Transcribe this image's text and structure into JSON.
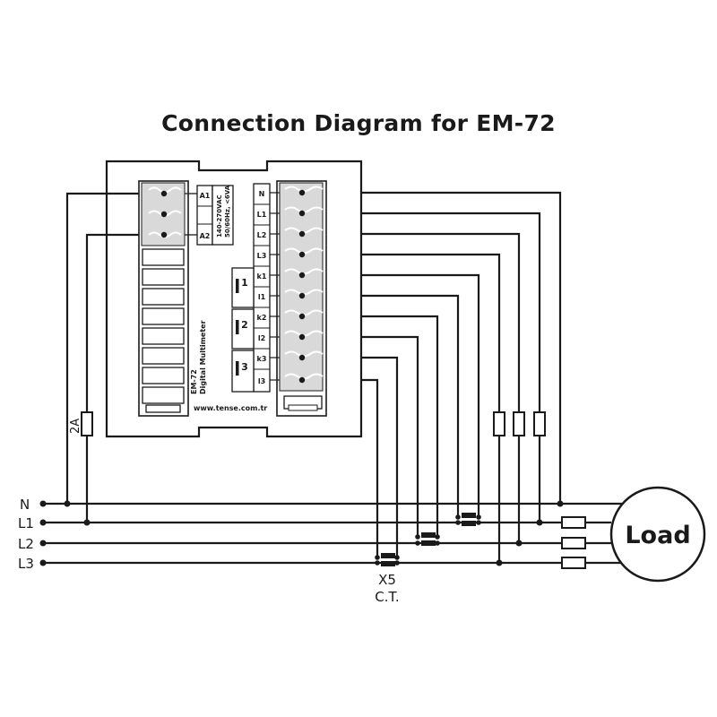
{
  "title": "Connection Diagram for EM-72",
  "device": {
    "model": "EM-72",
    "subtitle": "Digital Multimeter",
    "website": "www.tense.com.tr",
    "supply_terminals": [
      "A1",
      "A2"
    ],
    "supply_rating_line1": "140-270VAC",
    "supply_rating_line2": "50/60Hz, <6VA",
    "terminals": [
      "N",
      "L1",
      "L2",
      "L3",
      "k1",
      "l1",
      "k2",
      "l2",
      "k3",
      "l3"
    ],
    "ct_groups": [
      "1",
      "2",
      "3"
    ]
  },
  "lines": [
    "N",
    "L1",
    "L2",
    "L3"
  ],
  "fuse_rating": "2A",
  "load_label": "Load",
  "ct": {
    "name": "X5",
    "label": "C.T."
  },
  "colors": {
    "line": "#1a1a1a",
    "terminal_fill": "#d9d9d9",
    "background": "#ffffff"
  }
}
